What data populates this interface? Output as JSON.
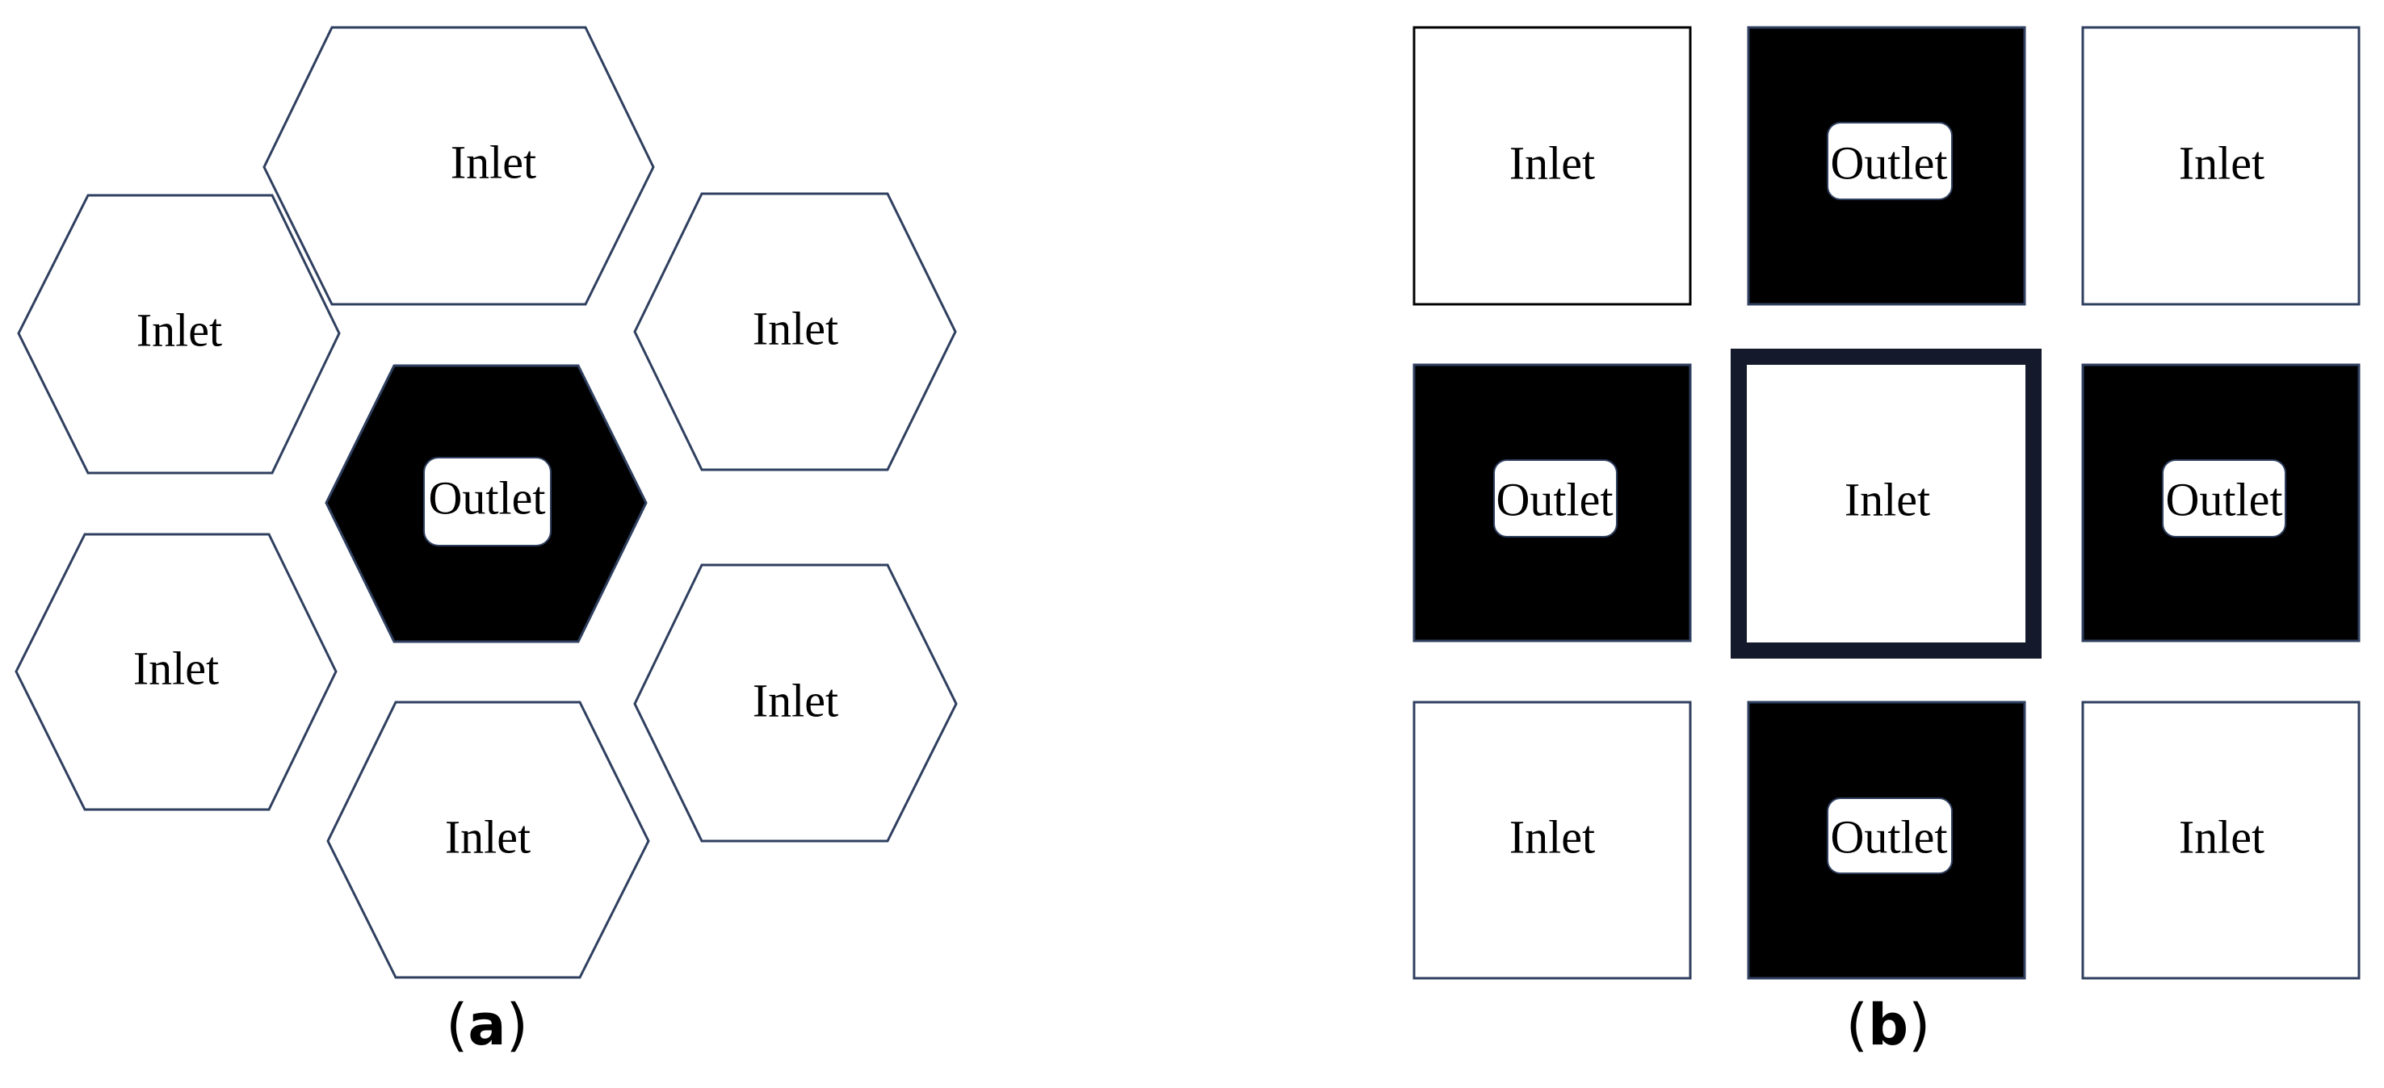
{
  "colors": {
    "outline": "#2f3f5f",
    "outlet_fill": "#000000",
    "inlet_fill": "#ffffff",
    "label_box": "#ffffff"
  },
  "panel_a": {
    "caption": "(a)",
    "cells": [
      {
        "label": "Inlet",
        "role": "inlet"
      },
      {
        "label": "Inlet",
        "role": "inlet"
      },
      {
        "label": "Inlet",
        "role": "inlet"
      },
      {
        "label": "Outlet",
        "role": "outlet"
      },
      {
        "label": "Inlet",
        "role": "inlet"
      },
      {
        "label": "Inlet",
        "role": "inlet"
      },
      {
        "label": "Inlet",
        "role": "inlet"
      }
    ]
  },
  "panel_b": {
    "caption": "(b)",
    "cells": [
      {
        "label": "Inlet",
        "role": "inlet"
      },
      {
        "label": "Outlet",
        "role": "outlet"
      },
      {
        "label": "Inlet",
        "role": "inlet"
      },
      {
        "label": "Outlet",
        "role": "outlet"
      },
      {
        "label": "Inlet",
        "role": "inlet-center"
      },
      {
        "label": "Outlet",
        "role": "outlet"
      },
      {
        "label": "Inlet",
        "role": "inlet"
      },
      {
        "label": "Outlet",
        "role": "outlet"
      },
      {
        "label": "Inlet",
        "role": "inlet"
      }
    ]
  }
}
